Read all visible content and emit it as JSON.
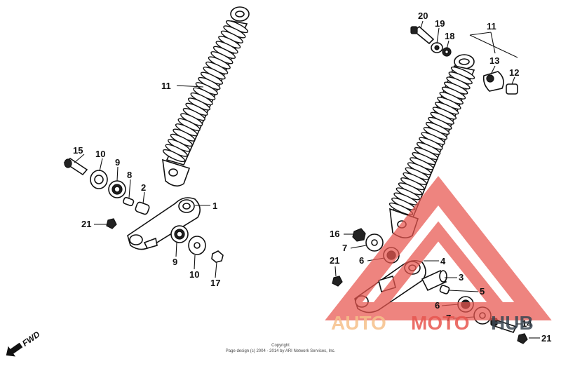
{
  "labels": {
    "l1": "1",
    "l2": "2",
    "l3": "3",
    "l4": "4",
    "l5": "5",
    "l6": "6",
    "l6b": "6",
    "l7": "7",
    "l7b": "7",
    "l8": "8",
    "l9": "9",
    "l9b": "9",
    "l10": "10",
    "l10b": "10",
    "l11": "11",
    "l11b": "11",
    "l12": "12",
    "l13": "13",
    "l14": "14",
    "l15": "15",
    "l16": "16",
    "l17": "17",
    "l18": "18",
    "l19": "19",
    "l20": "20",
    "l21": "21",
    "l21b": "21",
    "l21c": "21"
  },
  "fwd": "FWD",
  "copyright": {
    "line1": "Copyright",
    "line2": "Page design (c) 2004 - 2014 by ARI Network Services, Inc."
  },
  "watermark": {
    "part1": "AUTO",
    "part2": "MOTO",
    "part3": "HUB",
    "color_orange": "#f6c08a",
    "color_red": "#e8564f",
    "color_dark": "#3a4652"
  }
}
